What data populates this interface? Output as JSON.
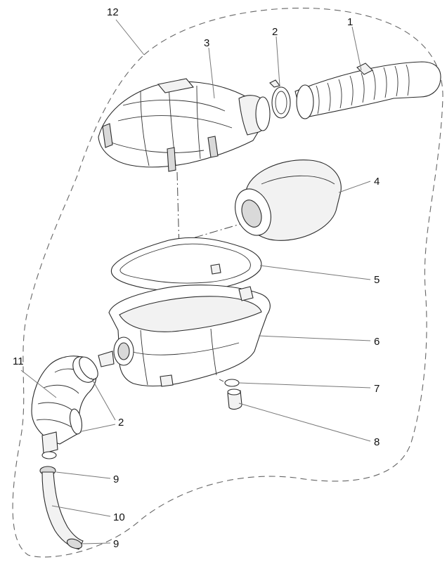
{
  "diagram": {
    "callouts": {
      "c1": "1",
      "c2a": "2",
      "c2b": "2",
      "c3": "3",
      "c4": "4",
      "c5": "5",
      "c6": "6",
      "c7": "7",
      "c8": "8",
      "c9a": "9",
      "c9b": "9",
      "c10": "10",
      "c11": "11",
      "c12": "12"
    },
    "line_color": "#2a2a2a",
    "leader_color": "#777777"
  }
}
